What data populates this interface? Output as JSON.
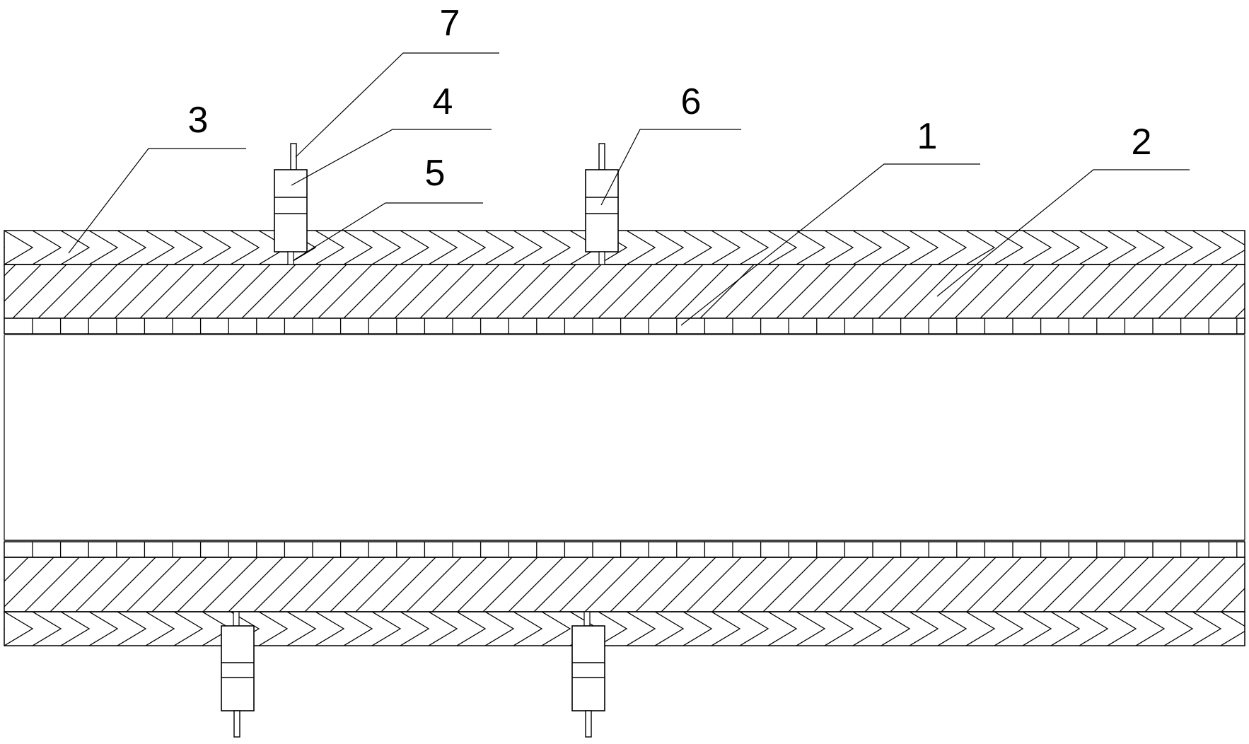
{
  "figure": {
    "labels": {
      "pipe_inner_layer": "1",
      "middle_layer": "2",
      "outer_layer": "3",
      "connector_body": "4",
      "connector_tip": "5",
      "connector_upper_right": "6",
      "connector_pin": "7"
    }
  }
}
